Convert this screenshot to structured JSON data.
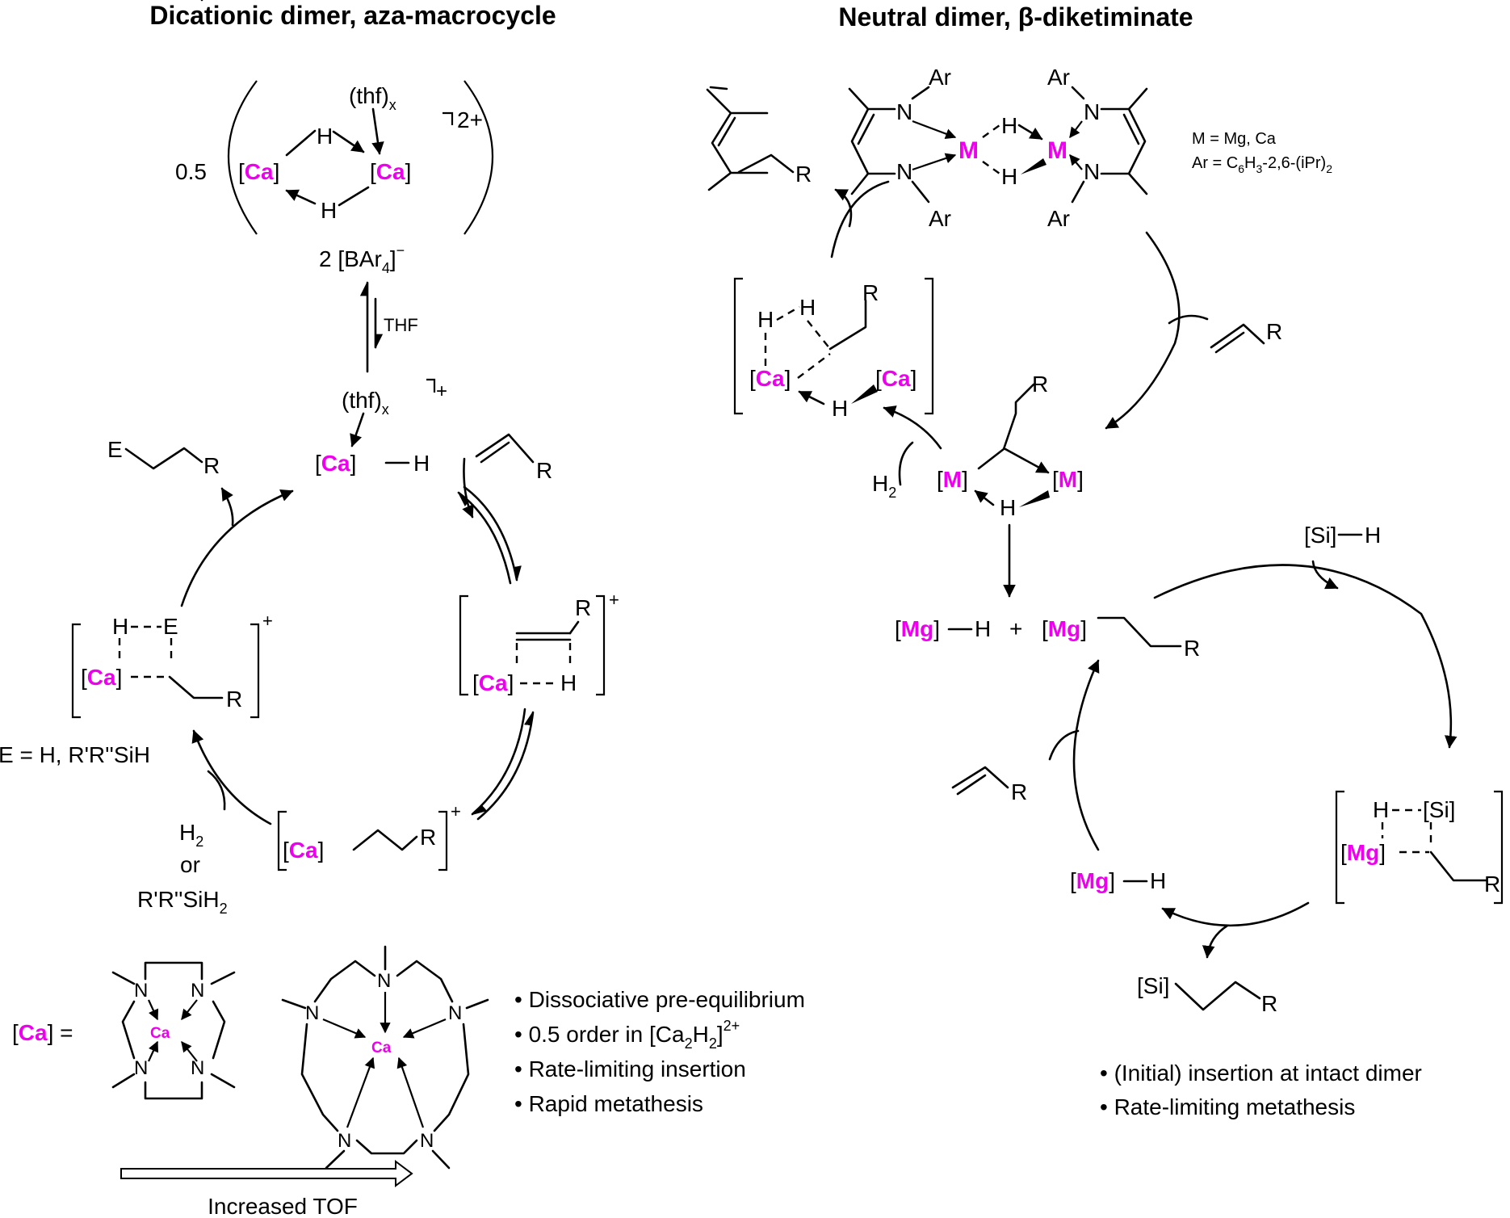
{
  "titles": {
    "left": "Dicationic dimer, aza-macrocycle",
    "right": "Neutral dimer, β-diketiminate"
  },
  "labels": {
    "ca": "Ca",
    "m": "M",
    "mg": "Mg",
    "h": "H",
    "e": "E",
    "r": "R",
    "n": "N",
    "ar": "Ar",
    "si": "[Si]",
    "half": "0.5",
    "thf_x": "(thf)",
    "sub_x": "x",
    "charge_2plus": "2+",
    "charge_plus": "+",
    "bar4": "2 [BAr",
    "bar4_sub": "4",
    "bar4_end": "]",
    "minus": "−",
    "thf": "THF",
    "e_def": "E = H, R'R''SiH",
    "h2": "H",
    "h2_sub": "2",
    "or": "or",
    "silane": "R'R''SiH",
    "silane_sub": "2",
    "plus_sign": "+",
    "ca_equals_open": "[",
    "ca_equals_close": "] =",
    "m_def": "M = Mg, Ca",
    "ar_def_a": "Ar = C",
    "ar_def_6": "6",
    "ar_def_b": "H",
    "ar_def_3": "3",
    "ar_def_c": "-2,6-(iPr)",
    "ar_def_2": "2",
    "tof": "Increased TOF"
  },
  "notes_left": [
    "• Dissociative pre-equilibrium",
    "• 0.5 order in [Ca",
    "• Rate-limiting insertion",
    "• Rapid metathesis"
  ],
  "notes_left_extra": {
    "sub2a": "2",
    "h": "H",
    "sub2b": "2",
    "end": "]",
    "sup": "2+"
  },
  "notes_right": [
    "• (Initial) insertion at intact dimer",
    "• Rate-limiting metathesis"
  ],
  "colors": {
    "metal": "#ee00ee",
    "ink": "#000000"
  }
}
